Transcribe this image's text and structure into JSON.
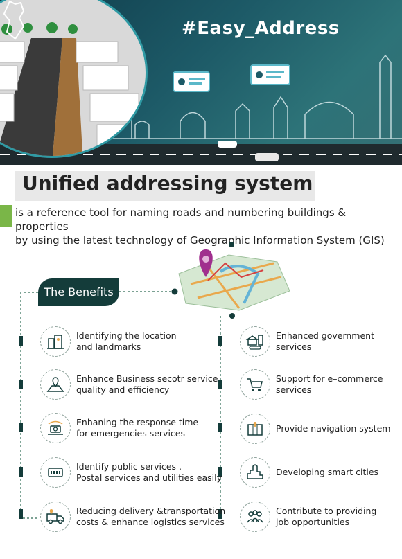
{
  "hero": {
    "hashtag": "#Easy_Address"
  },
  "title": "Unified addressing system",
  "description": {
    "line1": "is a reference tool for naming roads and numbering buildings & properties",
    "line2": "by using the latest technology of Geographic Information System (GIS)"
  },
  "benefits_title": "The Benefits",
  "left_items": [
    {
      "icon": "building-location-icon",
      "line1": "Identifying the location",
      "line2": "and landmarks"
    },
    {
      "icon": "business-chart-icon",
      "line1": "Enhance Business secotr service",
      "line2": "quality and efficiency"
    },
    {
      "icon": "emergency-camera-icon",
      "line1": "Enhaning the response time",
      "line2": "for emergencies services"
    },
    {
      "icon": "utility-meter-icon",
      "line1": "Identify public services ,",
      "line2": "Postal services and utilities easily"
    },
    {
      "icon": "delivery-truck-icon",
      "line1": "Reducing delivery &transportation",
      "line2": "costs & enhance logistics services"
    }
  ],
  "right_items": [
    {
      "icon": "government-building-icon",
      "line1": "Enhanced government",
      "line2": "services"
    },
    {
      "icon": "shopping-cart-icon",
      "line1": "Support for e–commerce",
      "line2": "services"
    },
    {
      "icon": "navigation-map-icon",
      "line1": "Provide navigation system",
      "line2": ""
    },
    {
      "icon": "smart-city-icon",
      "line1": "Developing smart cities",
      "line2": ""
    },
    {
      "icon": "people-group-icon",
      "line1": "Contribute to providing",
      "line2": "job opportunities"
    }
  ],
  "colors": {
    "dark_green": "#143c3a",
    "accent_green": "#7ab648",
    "hero_teal": "#1d5a67"
  }
}
